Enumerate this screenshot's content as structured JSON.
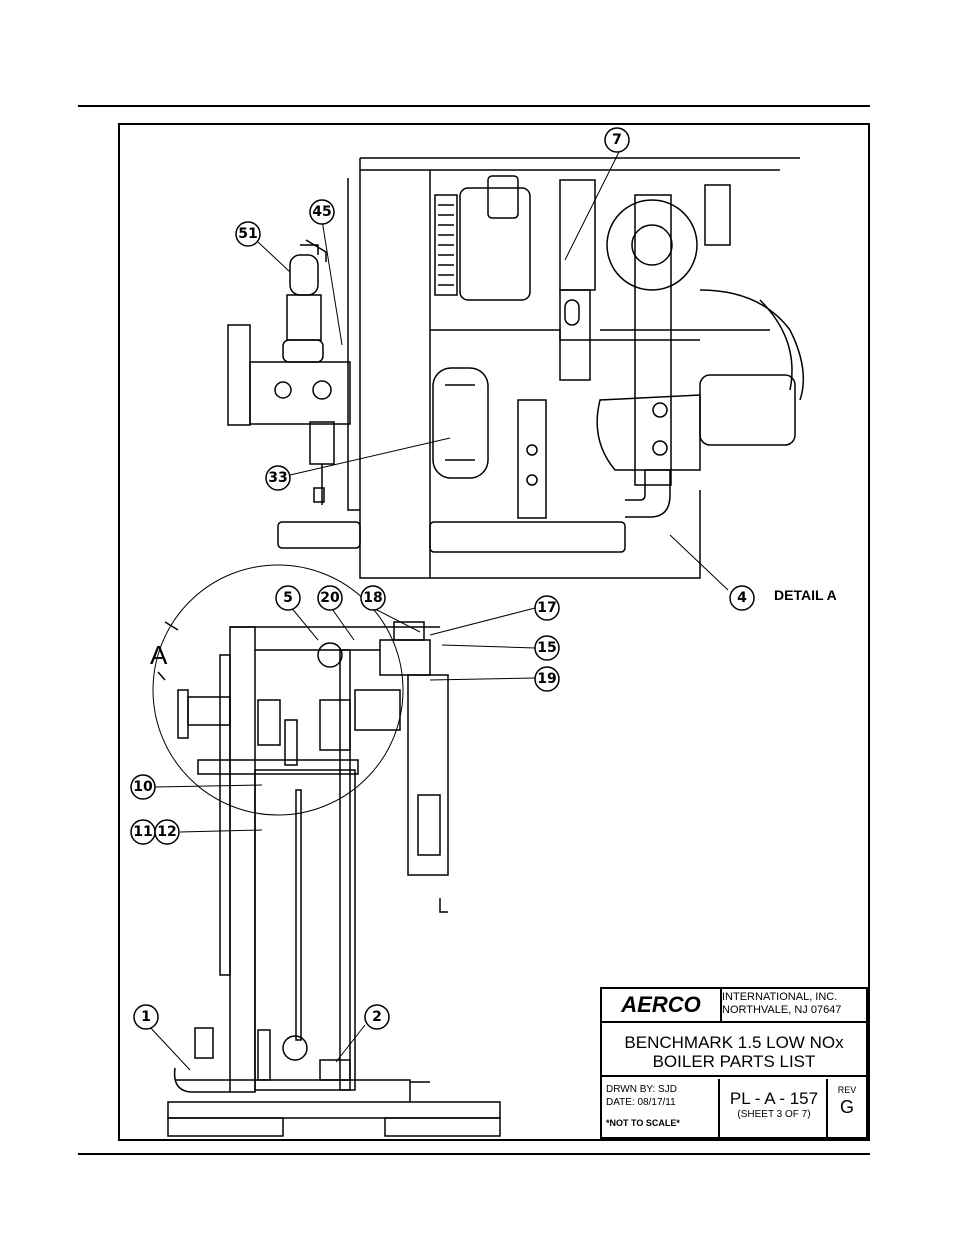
{
  "title_block": {
    "company_logo": "AERCO",
    "company_name": "INTERNATIONAL, INC.",
    "company_location": "NORTHVALE, NJ 07647",
    "drawing_title_line1": "BENCHMARK 1.5 LOW NOx",
    "drawing_title_line2": "BOILER PARTS LIST",
    "drawn_by": "DRWN BY: SJD",
    "date": "DATE: 08/17/11",
    "scale_note": "*NOT TO SCALE*",
    "part_number": "PL - A - 157",
    "sheet": "(SHEET 3 OF 7)",
    "rev_label": "REV",
    "rev_value": "G"
  },
  "labels": {
    "detail": "DETAIL A",
    "section_marker": "A"
  },
  "callouts": [
    {
      "id": "c7",
      "text": "7"
    },
    {
      "id": "c45",
      "text": "45"
    },
    {
      "id": "c51",
      "text": "51"
    },
    {
      "id": "c33",
      "text": "33"
    },
    {
      "id": "c4",
      "text": "4"
    },
    {
      "id": "c5",
      "text": "5"
    },
    {
      "id": "c20",
      "text": "20"
    },
    {
      "id": "c18",
      "text": "18"
    },
    {
      "id": "c17",
      "text": "17"
    },
    {
      "id": "c15",
      "text": "15"
    },
    {
      "id": "c19",
      "text": "19"
    },
    {
      "id": "c10",
      "text": "10"
    },
    {
      "id": "c11",
      "text": "11"
    },
    {
      "id": "c12",
      "text": "12"
    },
    {
      "id": "c1",
      "text": "1"
    },
    {
      "id": "c2",
      "text": "2"
    }
  ]
}
